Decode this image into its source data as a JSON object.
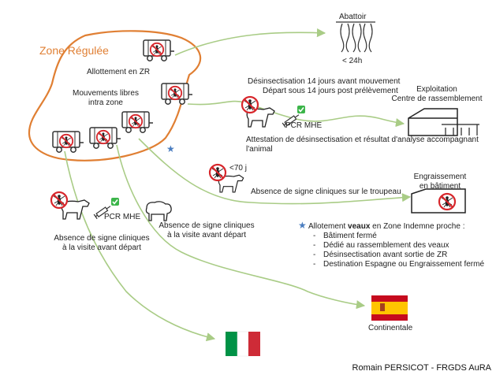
{
  "zone_title": "Zone Régulée",
  "zone_labels": {
    "allotment_zr": "Allottement en ZR",
    "movements_line1": "Mouvements libres",
    "movements_line2": "intra zone"
  },
  "slaughterhouse": {
    "title": "Abattoir",
    "delay": "< 24h"
  },
  "farm": {
    "line1": "Exploitation",
    "line2": "Centre de rassemblement"
  },
  "route_farm": {
    "disinsect_14": "Désinsectisation 14 jours avant mouvement",
    "departure_14": "Départ sous 14 jours post prélèvement",
    "pcr_label": "PCR MHE",
    "attest_line1": "Attestation de désinsectisation et résultat d'analyse accompagnant",
    "attest_line2": "l'animal"
  },
  "route_fattening": {
    "age_label": "<70 j",
    "no_signs_herd": "Absence de signe cliniques sur le troupeau"
  },
  "fattening": {
    "line1": "Engraissement",
    "line2": "en bâtiment"
  },
  "left_animal": {
    "pcr_label": "PCR MHE",
    "line1": "Absence de signe cliniques",
    "line2": "à la visite avant départ"
  },
  "mid_animal": {
    "line1": "Absence de signe cliniques",
    "line2": "à la visite avant départ"
  },
  "allotment_note": {
    "title_prefix": "Allotement ",
    "title_bold": "veaux",
    "title_suffix": " en Zone Indemne proche :",
    "items": [
      "Bâtiment fermé",
      "Dédié au rassemblement des veaux",
      "Désinsectisation avant sortie de ZR",
      "Destination Espagne ou Engraissement fermé"
    ]
  },
  "continental_label": "Continentale",
  "credit": "Romain PERSICOT - FRGDS AuRA",
  "colors": {
    "zone_outline": "#e07f33",
    "flow_arrow": "#a9cc86",
    "prohibition": "#d7262b",
    "check": "#3cb54a",
    "star": "#4a7dc0",
    "spain_red": "#c60b1e",
    "spain_yellow": "#ffc400",
    "italy_green": "#009246",
    "italy_red": "#ce2b37"
  },
  "icons": [
    "truck-icon",
    "cow-icon",
    "sheep-icon",
    "insect-prohibited-icon",
    "syringe-icon",
    "check-badge-icon",
    "carcass-icon",
    "barn-icon",
    "star-icon",
    "spain-flag-icon",
    "italy-flag-icon"
  ]
}
